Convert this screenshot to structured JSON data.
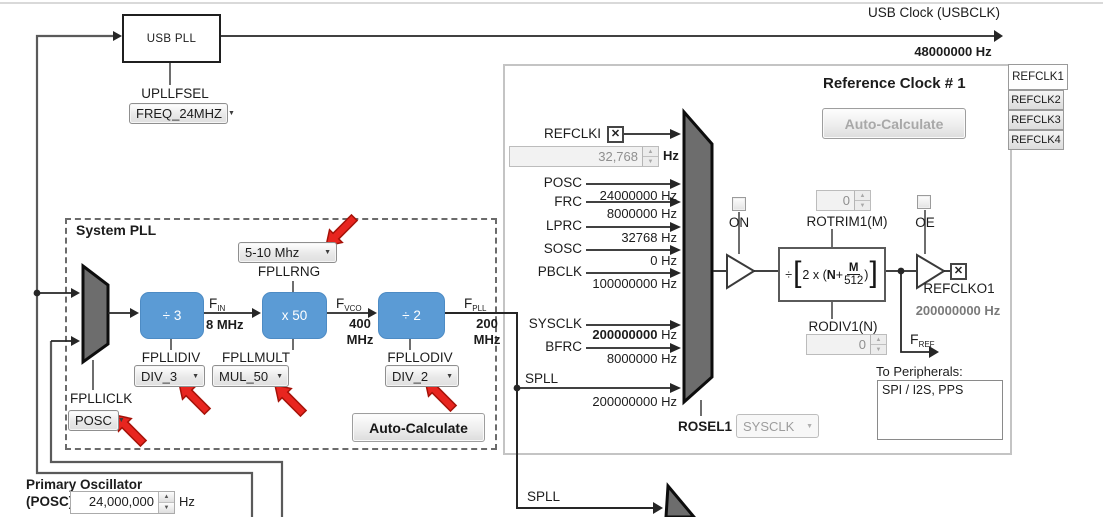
{
  "icons": {
    "dropdown_arrow": "▼",
    "spin_up": "▲",
    "spin_down": "▼",
    "checked_x": "✕"
  },
  "usb_pll": {
    "box_label": "USB PLL",
    "output_label": "USB Clock (USBCLK)",
    "output_freq": "48000000 Hz",
    "upllfsel_label": "UPLLFSEL",
    "upllfsel_value": "FREQ_24MHZ"
  },
  "system_pll": {
    "title": "System PLL",
    "divider_in": "÷ 3",
    "multiplier": "x 50",
    "divider_out": "÷ 2",
    "fin": {
      "base": "F",
      "sub": "IN",
      "value": "8 MHz"
    },
    "fvco": {
      "base": "F",
      "sub": "VCO",
      "value": "400",
      "unit": "MHz"
    },
    "fpll": {
      "base": "F",
      "sub": "PLL",
      "value": "200",
      "unit": "MHz"
    },
    "fpllidiv": {
      "label": "FPLLIDIV",
      "value": "DIV_3"
    },
    "fpllmult": {
      "label": "FPLLMULT",
      "value": "MUL_50"
    },
    "fpllodiv": {
      "label": "FPLLODIV",
      "value": "DIV_2"
    },
    "fpllrng": {
      "label": "FPLLRNG",
      "value": "5-10 Mhz"
    },
    "fplliclk": {
      "label": "FPLLICLK",
      "value": "POSC"
    },
    "auto_calculate": "Auto-Calculate"
  },
  "reference_clock": {
    "title": "Reference Clock # 1",
    "auto_calculate": "Auto-Calculate",
    "tabs": [
      "REFCLK1",
      "REFCLK2",
      "REFCLK3",
      "REFCLK4"
    ],
    "refclki": {
      "label": "REFCLKI",
      "value": "32,768",
      "unit": "Hz"
    },
    "inputs": [
      {
        "name": "POSC",
        "freq": "24000000",
        "unit": "Hz"
      },
      {
        "name": "FRC",
        "freq": "8000000",
        "unit": "Hz"
      },
      {
        "name": "LPRC",
        "freq": "32768",
        "unit": "Hz"
      },
      {
        "name": "SOSC",
        "freq": "0",
        "unit": "Hz"
      },
      {
        "name": "PBCLK",
        "freq": "100000000",
        "unit": "Hz"
      },
      {
        "name": "SYSCLK",
        "freq": "200000000",
        "unit": "Hz"
      },
      {
        "name": "BFRC",
        "freq": "8000000",
        "unit": "Hz"
      },
      {
        "name": "SPLL",
        "freq": "200000000",
        "unit": "Hz"
      }
    ],
    "on_label": "ON",
    "oe_label": "OE",
    "rotrim": {
      "label": "ROTRIM1(M)",
      "value": "0"
    },
    "rodiv": {
      "label": "RODIV1(N)",
      "value": "0"
    },
    "formula": {
      "divide": "÷",
      "open_bracket": "[",
      "expr": "2 x (",
      "n": "N",
      "plus": "+",
      "numerator": "M",
      "denominator": "512",
      "close_paren": ")",
      "close_bracket": "]"
    },
    "refclko": {
      "label": "REFCLKO1",
      "freq": "200000000 Hz"
    },
    "fref": {
      "base": "F",
      "sub": "REF"
    },
    "rosel": {
      "label": "ROSEL1",
      "value": "SYSCLK"
    },
    "to_peripherals": {
      "label": "To Peripherals:",
      "value": "SPI / I2S, PPS"
    },
    "spll_out_label": "SPLL"
  },
  "posc_block": {
    "label_line1": "Primary Oscillator",
    "label_line2": "(POSC)",
    "value": "24,000,000",
    "unit": "Hz"
  }
}
